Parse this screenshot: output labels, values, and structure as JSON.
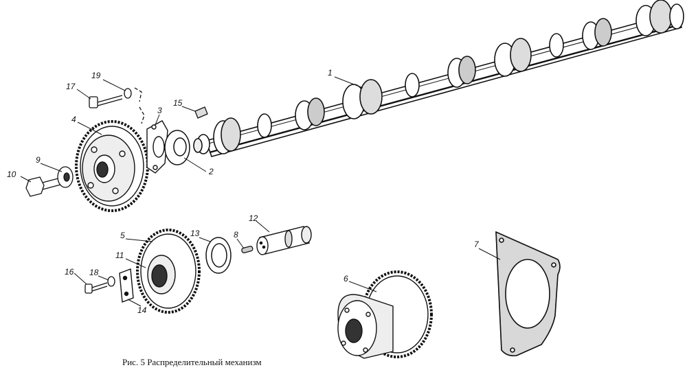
{
  "caption": "Рис. 5 Распределительный механизм",
  "callouts": {
    "n1": "1",
    "n2": "2",
    "n3": "3",
    "n4": "4",
    "n5": "5",
    "n6": "6",
    "n7": "7",
    "n8": "8",
    "n9": "9",
    "n10": "10",
    "n11": "11",
    "n12": "12",
    "n13": "13",
    "n14": "14",
    "n15": "15",
    "n16": "16",
    "n17": "17",
    "n18": "18",
    "n19": "19"
  },
  "colors": {
    "ink": "#111111",
    "paper": "#ffffff",
    "shade": "#555555"
  }
}
